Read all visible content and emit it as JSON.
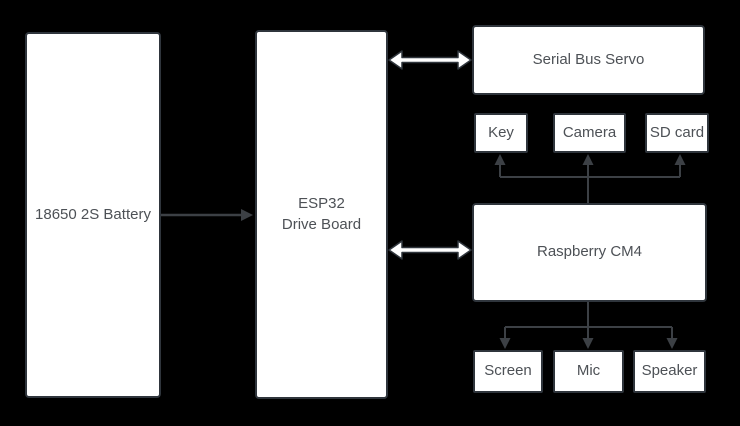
{
  "diagram": {
    "type": "block-diagram",
    "colors": {
      "background": "#000000",
      "node_fill": "#ffffff",
      "node_border": "#2f353c",
      "text": "#4d5156",
      "connector": "#3c4045",
      "bidirectional_arrow_fill": "#ffffff"
    },
    "nodes": {
      "battery": {
        "label": "18650 2S Battery"
      },
      "esp32": {
        "lines": [
          "ESP32",
          "Drive Board"
        ]
      },
      "servo": {
        "label": "Serial Bus Servo"
      },
      "key": {
        "label": "Key"
      },
      "camera": {
        "label": "Camera"
      },
      "sdcard": {
        "label": "SD card"
      },
      "cm4": {
        "label": "Raspberry CM4"
      },
      "screen": {
        "label": "Screen"
      },
      "mic": {
        "label": "Mic"
      },
      "speaker": {
        "label": "Speaker"
      }
    },
    "edges": [
      {
        "from": "18650 2S Battery",
        "to": "ESP32 Drive Board",
        "style": "single-arrow-right"
      },
      {
        "from": "ESP32 Drive Board",
        "to": "Serial Bus Servo",
        "style": "double-headed-arrow"
      },
      {
        "from": "ESP32 Drive Board",
        "to": "Raspberry CM4",
        "style": "double-headed-arrow"
      },
      {
        "from": "Raspberry CM4",
        "to": [
          "Key",
          "Camera",
          "SD card"
        ],
        "style": "branch-arrows-up"
      },
      {
        "from": "Raspberry CM4",
        "to": [
          "Screen",
          "Mic",
          "Speaker"
        ],
        "style": "branch-arrows-down"
      }
    ]
  }
}
